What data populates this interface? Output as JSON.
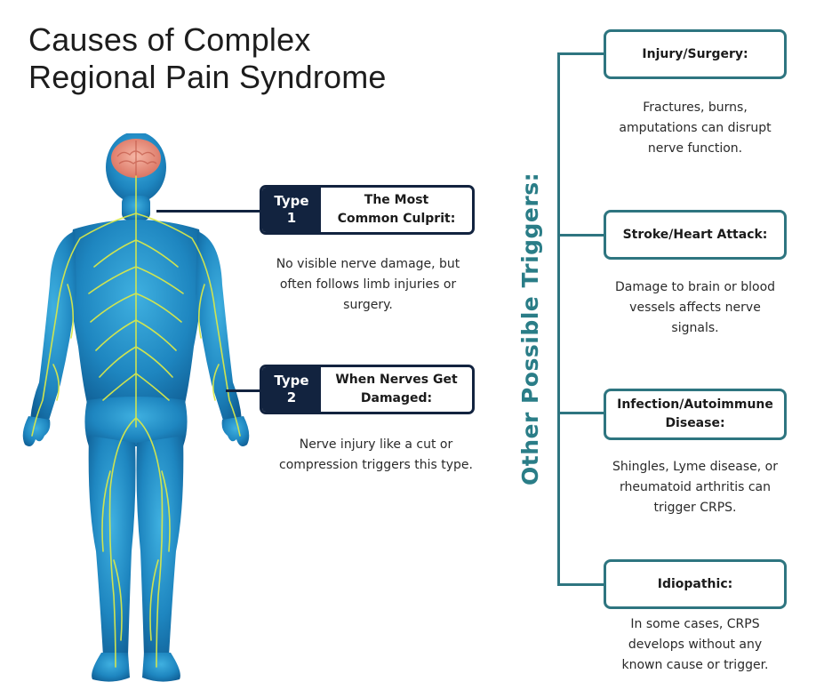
{
  "title": {
    "line1": "Causes of Complex",
    "line2": "Regional Pain Syndrome"
  },
  "types": [
    {
      "tab_line1": "Type",
      "tab_line2": "1",
      "heading_line1": "The Most",
      "heading_line2": "Common Culprit:",
      "desc_line1": "No visible nerve damage, but",
      "desc_line2": "often follows limb injuries or",
      "desc_line3": "surgery."
    },
    {
      "tab_line1": "Type",
      "tab_line2": "2",
      "heading_line1": "When Nerves Get",
      "heading_line2": "Damaged:",
      "desc_line1": "Nerve injury like a cut or",
      "desc_line2": "compression triggers this type."
    }
  ],
  "other_triggers_label": "Other Possible Triggers:",
  "triggers": [
    {
      "heading_line1": "Injury/Surgery:",
      "desc_line1": "Fractures, burns,",
      "desc_line2": "amputations can disrupt",
      "desc_line3": "nerve function."
    },
    {
      "heading_line1": "Stroke/Heart Attack:",
      "desc_line1": "Damage to brain or blood",
      "desc_line2": "vessels affects nerve",
      "desc_line3": "signals."
    },
    {
      "heading_line1": "Infection/Autoimmune",
      "heading_line2": "Disease:",
      "desc_line1": "Shingles, Lyme disease, or",
      "desc_line2": "rheumatoid arthritis can",
      "desc_line3": "trigger CRPS."
    },
    {
      "heading_line1": "Idiopathic:",
      "desc_line1": "In some cases, CRPS",
      "desc_line2": "develops without any",
      "desc_line3": "known cause or trigger."
    }
  ],
  "colors": {
    "navy": "#12233f",
    "teal": "#2e7580",
    "body_blue": "#1f8fc7",
    "nerve_yellow": "#d8e84a",
    "brain_pink": "#e98c7a"
  }
}
